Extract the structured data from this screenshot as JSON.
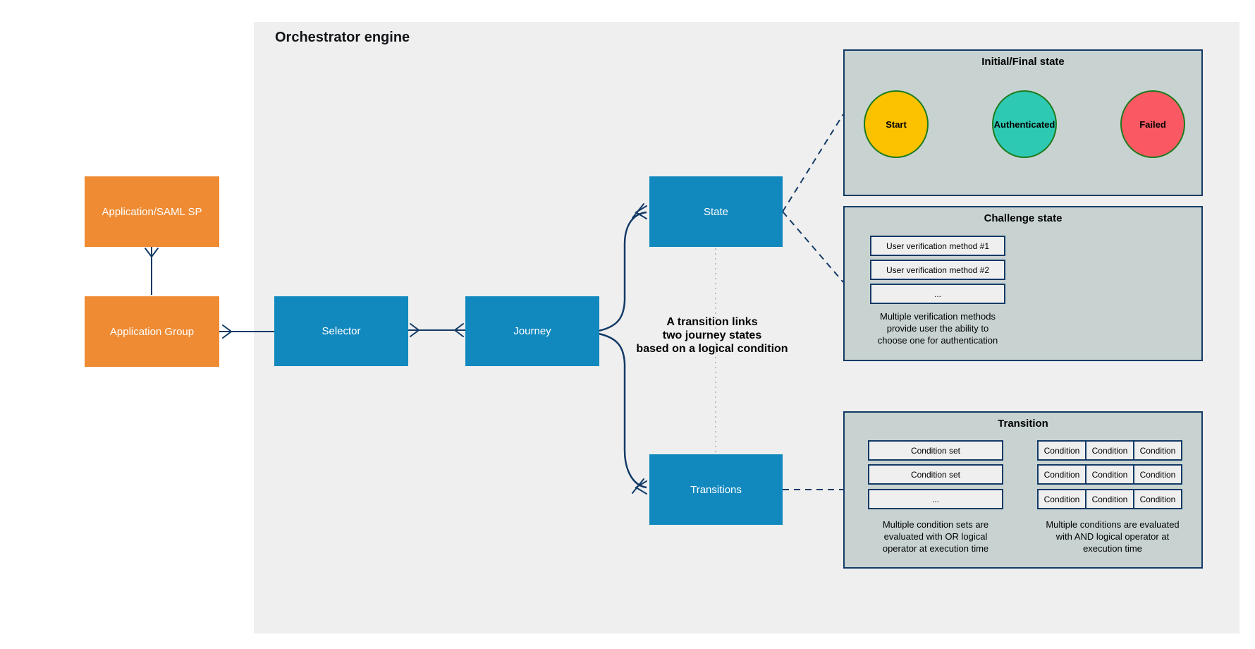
{
  "orchestrator": {
    "title": "Orchestrator engine"
  },
  "nodes": {
    "application_saml_sp": {
      "label": "Application/SAML SP"
    },
    "application_group": {
      "label": "Application Group"
    },
    "selector": {
      "label": "Selector"
    },
    "journey": {
      "label": "Journey"
    },
    "state": {
      "label": "State"
    },
    "transitions": {
      "label": "Transitions"
    }
  },
  "annotation": {
    "lines": [
      "A transition links",
      "two journey states",
      "based on a logical condition"
    ]
  },
  "initial_final_panel": {
    "title": "Initial/Final state",
    "states": [
      {
        "label": "Start",
        "color": "#fcc200"
      },
      {
        "label": "Authenticated",
        "color": "#2ec9b2"
      },
      {
        "label": "Failed",
        "color": "#fa5963"
      }
    ]
  },
  "challenge_panel": {
    "title": "Challenge state",
    "methods": [
      "User verification method #1",
      "User verification method #2",
      "..."
    ],
    "caption": [
      "Multiple verification methods",
      "provide user the ability to",
      "choose one for authentication"
    ]
  },
  "transition_panel": {
    "title": "Transition",
    "condition_sets": [
      "Condition set",
      "Condition set",
      "..."
    ],
    "conditions": [
      "Condition",
      "Condition",
      "Condition",
      "Condition",
      "Condition",
      "Condition",
      "Condition",
      "Condition",
      "Condition"
    ],
    "or_caption": [
      "Multiple condition sets are",
      "evaluated with OR logical",
      "operator at execution time"
    ],
    "and_caption": [
      "Multiple conditions are evaluated",
      "with AND logical operator at",
      "execution time"
    ]
  },
  "colors": {
    "node_orange": "#ef8b33",
    "node_blue": "#1289be",
    "connector_navy": "#133a66",
    "panel_fill": "#c8d3d1",
    "engine_background": "#efefef",
    "circle_border_green": "#1e7b1e",
    "dotted_gray": "#adadad"
  }
}
